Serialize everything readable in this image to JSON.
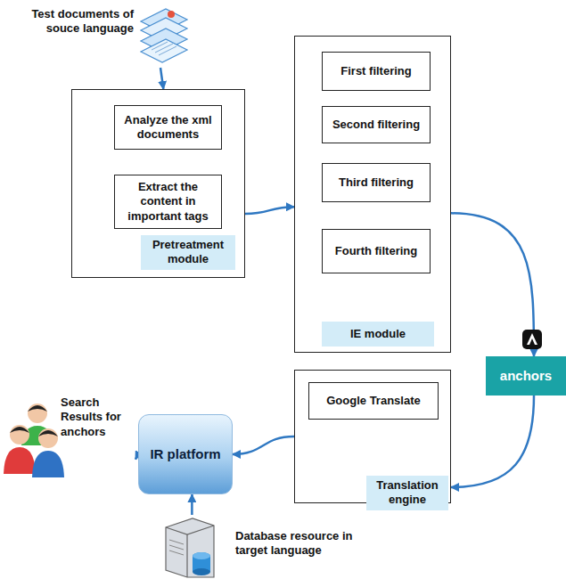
{
  "diagram": {
    "nodes": [
      {
        "text": [
          "Test documents of souce language"
        ]
      },
      {
        "text": [
          "Pretreatment module"
        ]
      },
      {
        "text": [
          "Analyze the xml documents"
        ],
        "in": 1
      },
      {
        "text": [
          "Extract the content in important tags"
        ],
        "in": 1
      },
      {
        "text": [
          "IE module"
        ]
      },
      {
        "text": [
          "First filtering"
        ],
        "in": 4
      },
      {
        "text": [
          "Second filtering"
        ],
        "in": 4
      },
      {
        "text": [
          "Third filtering"
        ],
        "in": 4
      },
      {
        "text": [
          "Fourth filtering"
        ],
        "in": 4
      },
      {
        "text": [
          "anchors"
        ]
      },
      {
        "text": [
          "Translation engine"
        ]
      },
      {
        "text": [
          "Google Translate"
        ],
        "in": 10
      },
      {
        "text": [
          "IR platform"
        ]
      },
      {
        "text": [
          "Search Results for anchors"
        ]
      },
      {
        "text": [
          "Database resource in target language"
        ]
      }
    ],
    "edges": [
      {
        "from": 0,
        "to": 1,
        "arrow": "to"
      },
      {
        "from": 2,
        "to": 3,
        "arrow": "to"
      },
      {
        "from": 1,
        "to": 4,
        "arrow": "to"
      },
      {
        "from": 5,
        "to": 6,
        "arrow": "to"
      },
      {
        "from": 6,
        "to": 7,
        "arrow": "to"
      },
      {
        "from": 7,
        "to": 8,
        "arrow": "to"
      },
      {
        "from": 4,
        "to": 9,
        "arrow": "to"
      },
      {
        "from": 9,
        "to": 10,
        "arrow": "to"
      },
      {
        "from": 10,
        "to": 12,
        "arrow": "to"
      },
      {
        "from": 14,
        "to": 12,
        "arrow": "to"
      },
      {
        "from": 12,
        "to": 13,
        "arrow": "to"
      }
    ]
  }
}
